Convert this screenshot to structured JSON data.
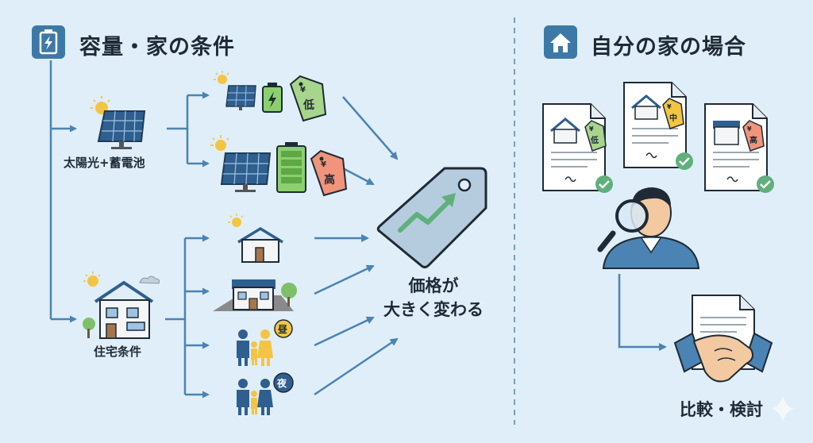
{
  "left_section": {
    "title": "容量・家の条件",
    "icon": "battery-icon"
  },
  "right_section": {
    "title": "自分の家の場合",
    "icon": "house-icon"
  },
  "nodes": {
    "solar_battery": "太陽光+蓄電池",
    "housing": "住宅条件",
    "result_line1": "価格が",
    "result_line2": "大きく変わる",
    "compare": "比較・検討"
  },
  "tags": {
    "symbol": "¥",
    "low": "低",
    "high": "高",
    "mid": "中"
  },
  "badges": {
    "day": "昼",
    "night": "夜"
  },
  "colors": {
    "background": "#dfeef8",
    "accent_blue": "#3d79a6",
    "arrow": "#4a83b4",
    "tag_green": "#a8d58c",
    "tag_red": "#f0957b",
    "check_green": "#5fb07b"
  }
}
